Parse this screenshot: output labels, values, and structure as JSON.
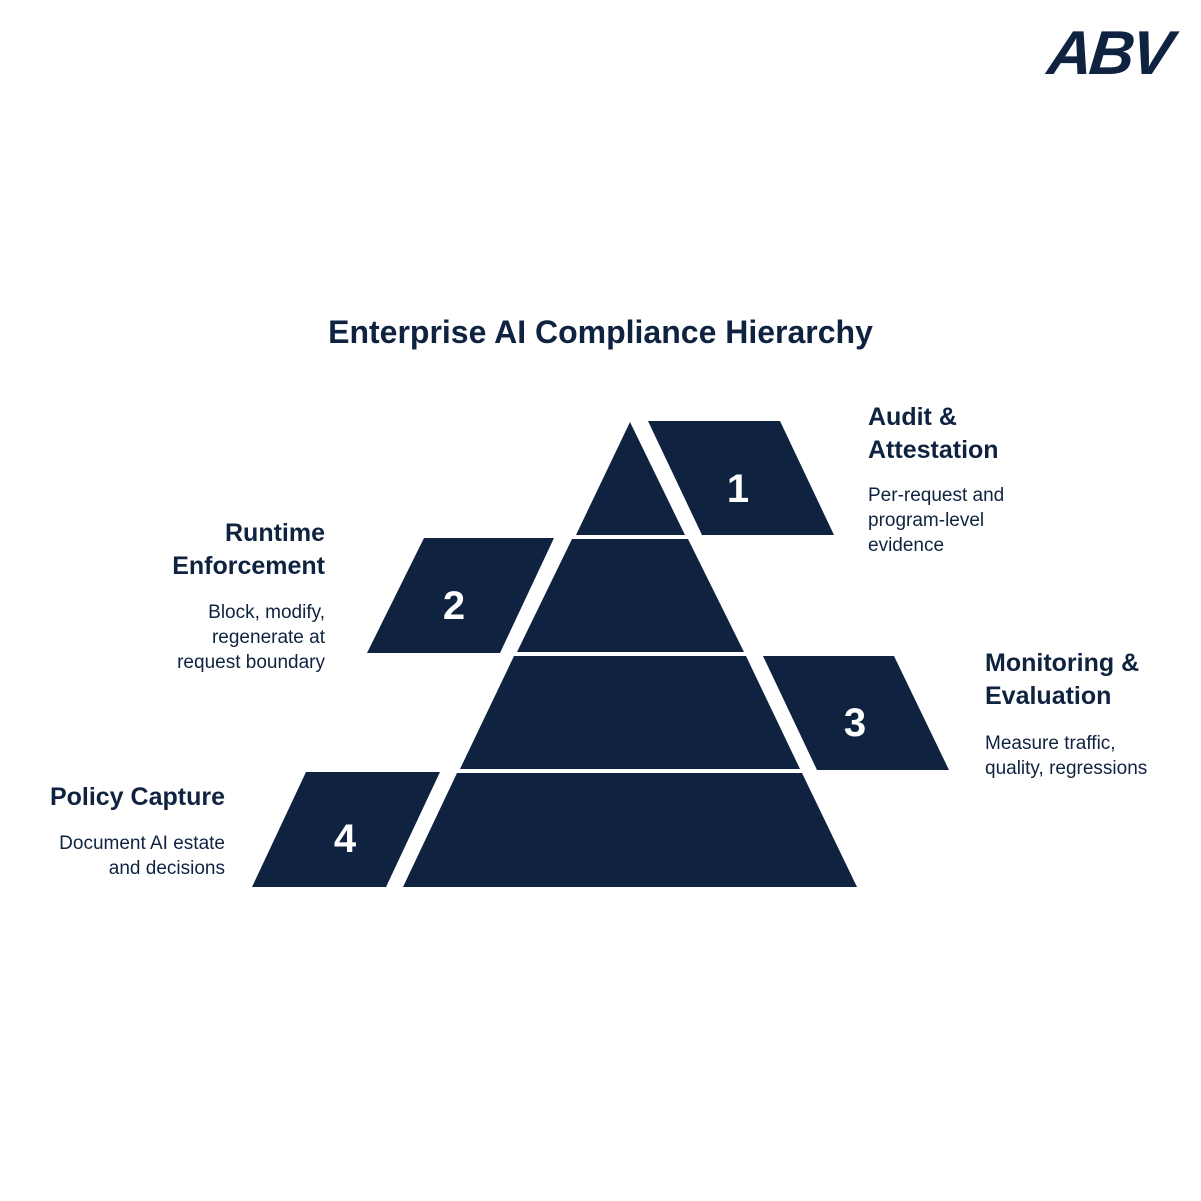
{
  "brand": {
    "logo_text": "ABV",
    "primary_color": "#0f2340",
    "background_color": "#ffffff"
  },
  "diagram": {
    "title": "Enterprise AI Compliance Hierarchy",
    "levels": [
      {
        "number": "1",
        "heading_line1": "Audit &",
        "heading_line2": "Attestation",
        "desc_line1": "Per-request and",
        "desc_line2": "program-level",
        "desc_line3": "evidence"
      },
      {
        "number": "2",
        "heading_line1": "Runtime",
        "heading_line2": "Enforcement",
        "desc_line1": "Block, modify,",
        "desc_line2": "regenerate at",
        "desc_line3": "request boundary"
      },
      {
        "number": "3",
        "heading_line1": "Monitoring &",
        "heading_line2": "Evaluation",
        "desc_line1": "Measure traffic,",
        "desc_line2": "quality, regressions"
      },
      {
        "number": "4",
        "heading_line1": "Policy Capture",
        "desc_line1": "Document AI estate",
        "desc_line2": "and decisions"
      }
    ]
  }
}
